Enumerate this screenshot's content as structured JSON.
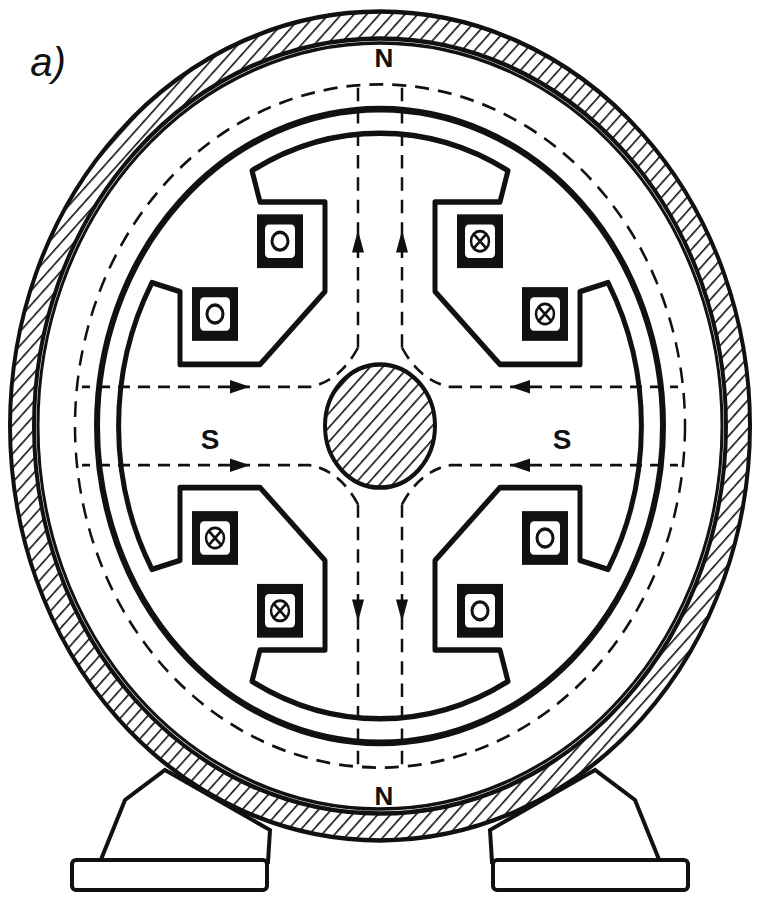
{
  "diagram": {
    "labels": [
      "a)",
      "N",
      "S",
      "S",
      "N"
    ]
  }
}
